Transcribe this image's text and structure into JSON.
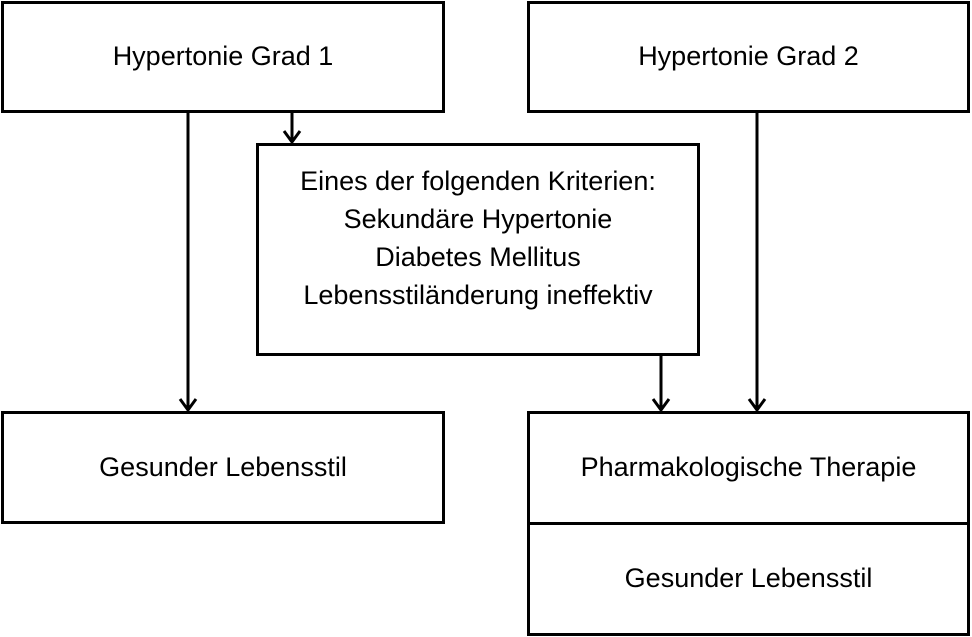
{
  "nodes": {
    "grad1": {
      "label": "Hypertonie Grad 1"
    },
    "grad2": {
      "label": "Hypertonie Grad 2"
    },
    "criteria": {
      "lines": [
        "Eines der folgenden Kriterien:",
        "Sekundäre Hypertonie",
        "Diabetes Mellitus",
        "Lebensstiländerung ineffektiv"
      ]
    },
    "lifestyle_left": {
      "label": "Gesunder Lebensstil"
    },
    "pharma": {
      "label": "Pharmakologische Therapie"
    },
    "lifestyle_right": {
      "label": "Gesunder Lebensstil"
    }
  },
  "edges": [
    {
      "from": "grad1",
      "to": "lifestyle_left"
    },
    {
      "from": "grad1",
      "to": "criteria"
    },
    {
      "from": "criteria",
      "to": "pharma"
    },
    {
      "from": "grad2",
      "to": "pharma"
    }
  ]
}
